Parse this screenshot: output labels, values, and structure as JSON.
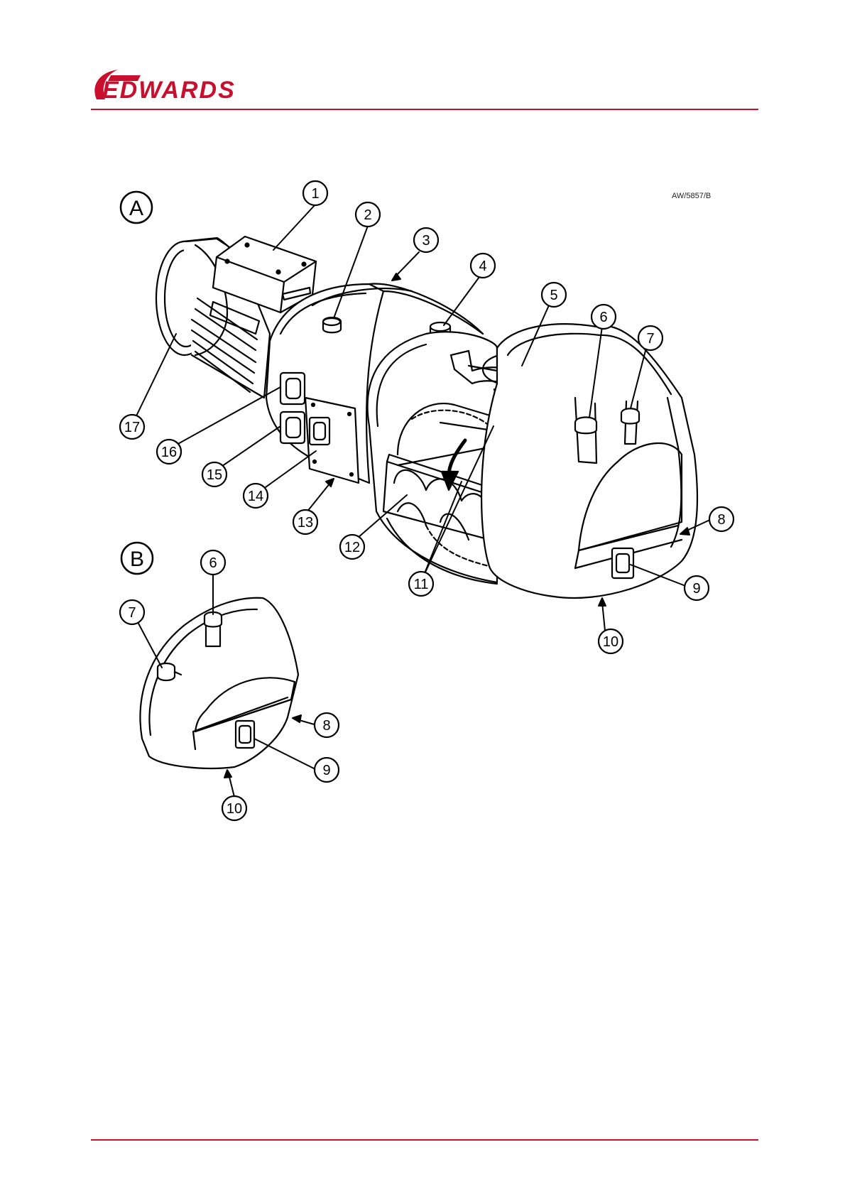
{
  "header": {
    "brand": "EDWARDS",
    "brand_color": "#c8102e"
  },
  "figure": {
    "reference": "AW/5857/B",
    "view_labels": [
      "A",
      "B"
    ],
    "callouts_a": [
      "1",
      "2",
      "3",
      "4",
      "5",
      "6",
      "7",
      "8",
      "9",
      "10",
      "11",
      "12",
      "13",
      "14",
      "15",
      "16",
      "17"
    ],
    "callouts_b": [
      "6",
      "7",
      "8",
      "9",
      "10"
    ]
  }
}
